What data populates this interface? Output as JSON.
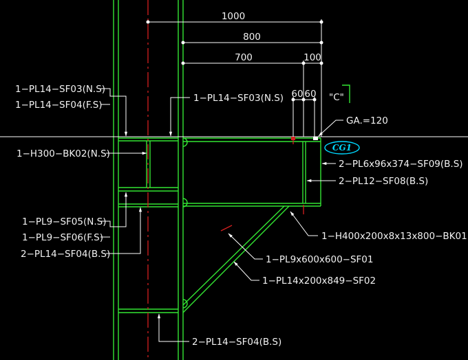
{
  "colors": {
    "background": "#000000",
    "member": "#33e633",
    "centerline": "#d42020",
    "leader": "#ffffff",
    "text": "#f2f2f2",
    "tag": "#00d8ff"
  },
  "dimensions": {
    "d1000": "1000",
    "d800": "800",
    "d700": "700",
    "d100": "100",
    "d60a": "60",
    "d60b": "60",
    "gauge": "GA.=120"
  },
  "section_marker": "\"C\"",
  "connection_tag": "CG1",
  "labels": {
    "pl14_sf03_ns_left": "1−PL14−SF03(N.S)",
    "pl14_sf04_fs_left": "1−PL14−SF04(F.S)",
    "pl14_sf03_ns_right": "1−PL14−SF03(N.S)",
    "h300_bk02": "1−H300−BK02(N.S)",
    "pl6_sf09": "2−PL6x96x374−SF09(B.S)",
    "pl12_sf08": "2−PL12−SF08(B.S)",
    "pl9_sf05": "1−PL9−SF05(N.S)",
    "pl9_sf06": "1−PL9−SF06(F.S)",
    "pl14_sf04_bs_mid": "2−PL14−SF04(B.S)",
    "h400_bk01": "1−H400x200x8x13x800−BK01",
    "pl9_sf01": "1−PL9x600x600−SF01",
    "pl14_sf02": "1−PL14x200x849−SF02",
    "pl14_sf04_bs_bottom": "2−PL14−SF04(B.S)"
  }
}
